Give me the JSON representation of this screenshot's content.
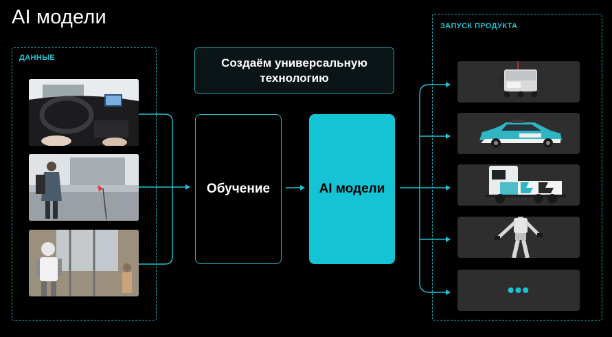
{
  "page": {
    "title": "AI модели"
  },
  "data_section": {
    "label": "ДАННЫЕ",
    "photos": [
      {
        "icon": "car-interior-photo"
      },
      {
        "icon": "pedestrian-street-photo"
      },
      {
        "icon": "humanoid-robot-photo"
      }
    ]
  },
  "tech": {
    "label": "Создаём универсальную технологию"
  },
  "training": {
    "label": "Обучение"
  },
  "ai_models": {
    "label": "AI модели"
  },
  "launch_section": {
    "label": "ЗАПУСК ПРОДУКТА",
    "products": [
      {
        "icon": "delivery-robot-image"
      },
      {
        "icon": "robotaxi-image"
      },
      {
        "icon": "autonomous-truck-image"
      },
      {
        "icon": "humanoid-robot-image"
      },
      {
        "icon": "more-icon",
        "text": "•••"
      }
    ]
  },
  "colors": {
    "accent": "#14c4d4",
    "background": "#000000",
    "card": "#2e2e2e"
  }
}
